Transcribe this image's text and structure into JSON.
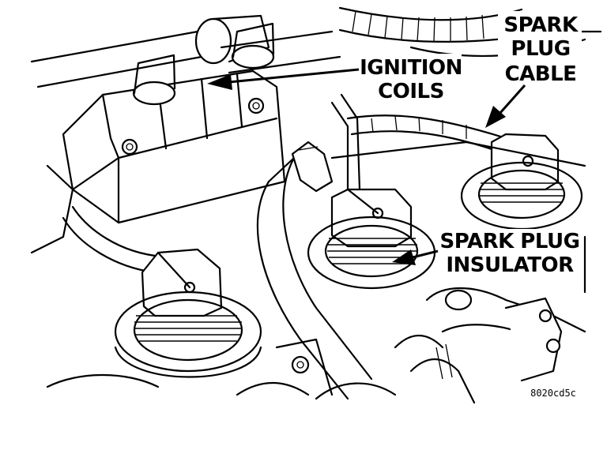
{
  "diagram": {
    "labels": {
      "ignition_coils_line1": "IGNITION",
      "ignition_coils_line2": "COILS",
      "spark_plug_cable_line1": "SPARK",
      "spark_plug_cable_line2": "PLUG",
      "spark_plug_cable_line3": "CABLE",
      "spark_plug_insulator_line1": "SPARK PLUG",
      "spark_plug_insulator_line2": "INSULATOR"
    },
    "figure_code": "8020cd5c",
    "colors": {
      "ink": "#000000",
      "paper": "#ffffff"
    }
  }
}
